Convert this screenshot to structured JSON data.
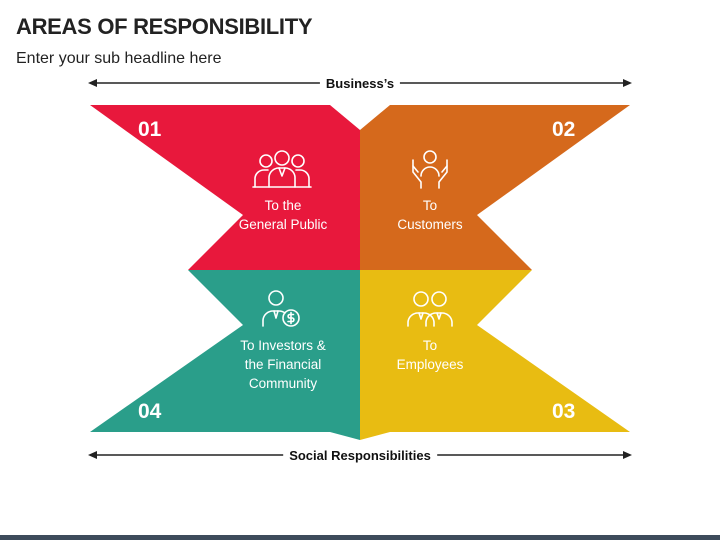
{
  "title": "AREAS OF RESPONSIBILITY",
  "subtitle": "Enter your sub headline here",
  "axis_top": "Business’s",
  "axis_bottom": "Social Responsibilities",
  "quadrants": [
    {
      "number": "01",
      "lines": [
        "To the",
        "General Public"
      ],
      "color": "#e8183c",
      "icon": "group-of-people-icon"
    },
    {
      "number": "02",
      "lines": [
        "To",
        "Customers"
      ],
      "color": "#d5691c",
      "icon": "hands-holding-person-icon"
    },
    {
      "number": "03",
      "lines": [
        "To",
        "Employees"
      ],
      "color": "#e8bc12",
      "icon": "two-employees-icon"
    },
    {
      "number": "04",
      "lines": [
        "To Investors &",
        "the Financial",
        "Community"
      ],
      "color": "#2a9e8a",
      "icon": "investor-dollar-icon"
    }
  ],
  "colors": {
    "arrow_border": "#7a4a20",
    "bottom_bar": "#3d4b5b"
  }
}
